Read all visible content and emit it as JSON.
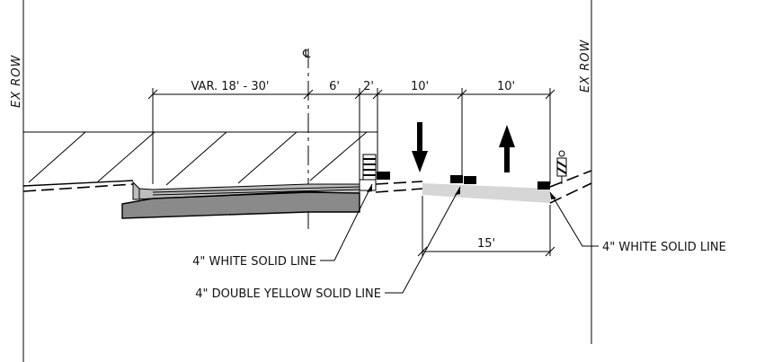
{
  "row_left": "EX ROW",
  "row_right": "EX ROW",
  "centerline_symbol": "℄",
  "dims": {
    "median": "VAR. 18' - 30'",
    "six": "6'",
    "two": "2'",
    "lane1": "10'",
    "lane2": "10'",
    "fifteen": "15'"
  },
  "callouts": {
    "white_left": "4\" WHITE SOLID LINE",
    "double_yellow": "4\" DOUBLE YELLOW SOLID LINE",
    "white_right": "4\" WHITE SOLID LINE"
  },
  "icons": {
    "down_arrow": "arrow-down-icon",
    "up_arrow": "arrow-up-icon"
  }
}
